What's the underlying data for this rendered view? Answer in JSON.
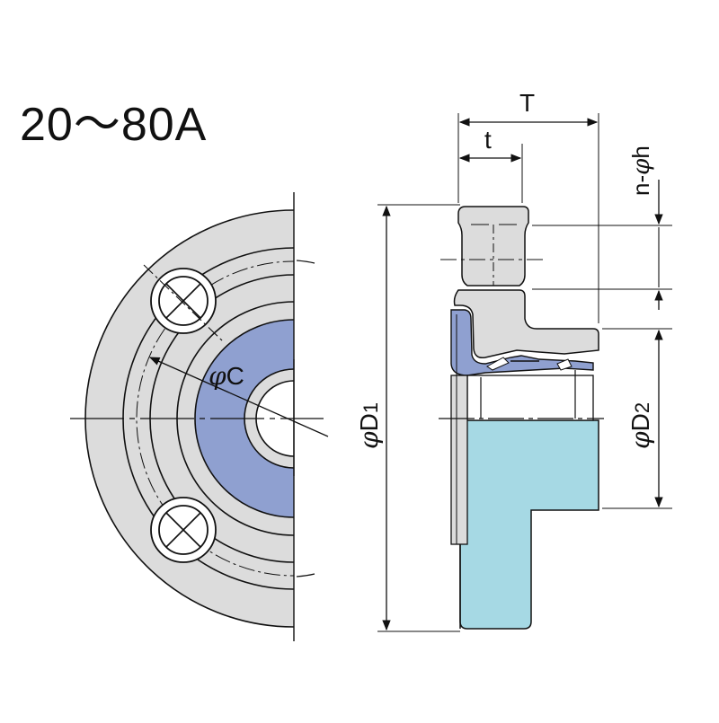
{
  "title": "20～80A",
  "labels": {
    "T": "T",
    "t": "t",
    "nh_prefix": "n-",
    "nh_phi": "φ",
    "nh_suffix": "h",
    "C_phi": "φ",
    "C": "C",
    "D1_phi": "φ",
    "D1": "D",
    "D1_sub": "1",
    "D2_phi": "φ",
    "D2": "D",
    "D2_sub": "2"
  },
  "colors": {
    "flange": "#dcdcdc",
    "seal_blue": "#8fa0d0",
    "pipe_cyan": "#a6d9e4",
    "line": "#111111",
    "white": "#ffffff"
  }
}
